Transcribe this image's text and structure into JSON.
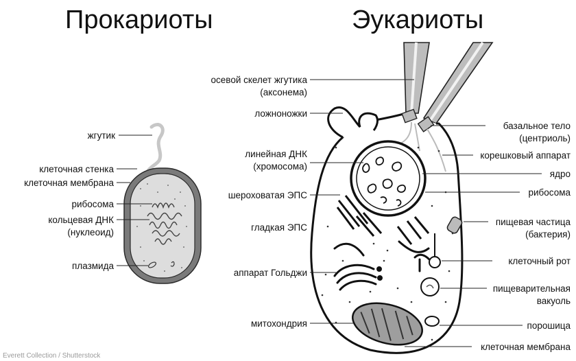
{
  "titles": {
    "prokaryotes": "Прокариоты",
    "eukaryotes": "Эукариоты"
  },
  "prokaryote_labels": {
    "flagellum": "жгутик",
    "cell_wall": "клеточная стенка",
    "cell_membrane": "клеточная мембрана",
    "ribosome": "рибосома",
    "circular_dna_1": "кольцевая ДНК",
    "circular_dna_2": "(нуклеоид)",
    "plasmid": "плазмида"
  },
  "eukaryote_labels_left": {
    "axoneme_1": "осевой скелет жгутика",
    "axoneme_2": "(аксонема)",
    "pseudopods": "ложноножки",
    "linear_dna_1": "линейная ДНК",
    "linear_dna_2": "(хромосома)",
    "rough_er": "шероховатая ЭПС",
    "smooth_er": "гладкая ЭПС",
    "golgi": "аппарат Гольджи",
    "mitochondrion": "митохондрия"
  },
  "eukaryote_labels_right": {
    "basal_body_1": "базальное тело",
    "basal_body_2": "(центриоль)",
    "rootlet": "корешковый аппарат",
    "nucleus": "ядро",
    "ribosome": "рибосома",
    "food_particle_1": "пищевая частица",
    "food_particle_2": "(бактерия)",
    "cell_mouth": "клеточный рот",
    "digestive_vacuole_1": "пищеварительная",
    "digestive_vacuole_2": "вакуоль",
    "anal_pore": "порошица",
    "cell_membrane": "клеточная мембрана"
  },
  "credit": "Everett Collection / Shutterstock"
}
